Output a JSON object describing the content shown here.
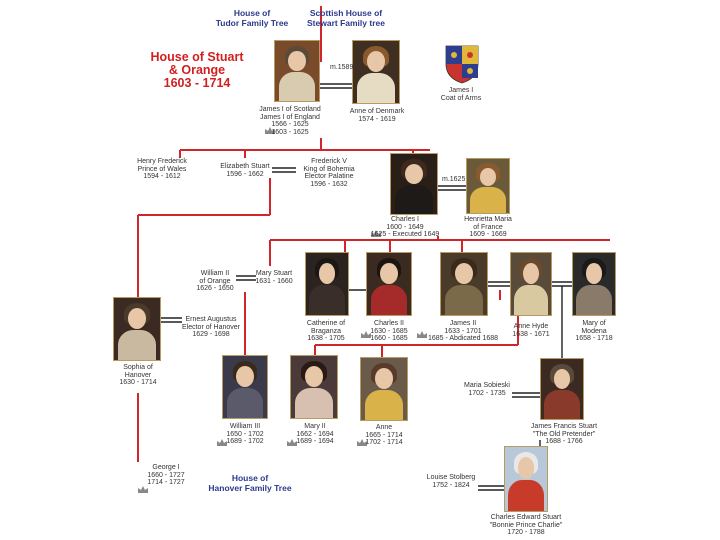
{
  "links": {
    "tudor": "House of\nTudor Family Tree",
    "stewart": "Scottish House of\nStewart Family tree",
    "hanover": "House of\nHanover Family Tree"
  },
  "title": "House of Stuart\n& Orange\n1603 - 1714",
  "people": {
    "james1": "James I of Scotland\nJames I of England\n1566 - 1625\n1603 - 1625",
    "anne_denmark": "Anne of Denmark\n1574 - 1619",
    "arms": "James I\nCoat of Arms",
    "henry": "Henry Frederick\nPrince of Wales\n1594 - 1612",
    "elizabeth": "Elizabeth Stuart\n1596 - 1662",
    "frederick": "Frederick V\nKing of Bohemia\nElector Palatine\n1596 - 1632",
    "charles1": "Charles I\n1600 - 1649\n1625 - Executed 1649",
    "henrietta": "Henrietta Maria\nof France\n1609 - 1669",
    "william2": "William II\nof Orange\n1626 - 1650",
    "mary_stuart": "Mary Stuart\n1631 - 1660",
    "catherine": "Catherine of\nBraganza\n1638 - 1705",
    "charles2": "Charles II\n1630 - 1685\n1660 - 1685",
    "james2": "James II\n1633 - 1701\n1685 - Abdicated 1688",
    "anne_hyde": "Anne Hyde\n1638 - 1671",
    "mary_modena": "Mary of\nModena\n1658 - 1718",
    "sophia": "Sophia of\nHanover\n1630 - 1714",
    "ernest": "Ernest Augustus\nElector of Hanover\n1629 - 1698",
    "william3": "William III\n1650 - 1702\n1689 - 1702",
    "mary2": "Mary II\n1662 - 1694\n1689 - 1694",
    "anne": "Anne\n1665 - 1714\n1702 - 1714",
    "maria": "Maria Sobieski\n1702 - 1735",
    "james_francis": "James Francis Stuart\n\"The Old Pretender\"\n1688 - 1766",
    "george1": "George I\n1660 - 1727\n1714 - 1727",
    "louise": "Louise Stolberg\n1752 - 1824",
    "charles_edward": "Charles Edward Stuart\n\"Bonnie Prince Charlie\"\n1720 - 1788"
  },
  "marriages": {
    "m1589": "m.1589",
    "m1625": "m.1625"
  },
  "colors": {
    "line_red": "#d0252a",
    "line_black": "#222222",
    "link_blue": "#2b3a8c",
    "title_red": "#d21f1f"
  }
}
